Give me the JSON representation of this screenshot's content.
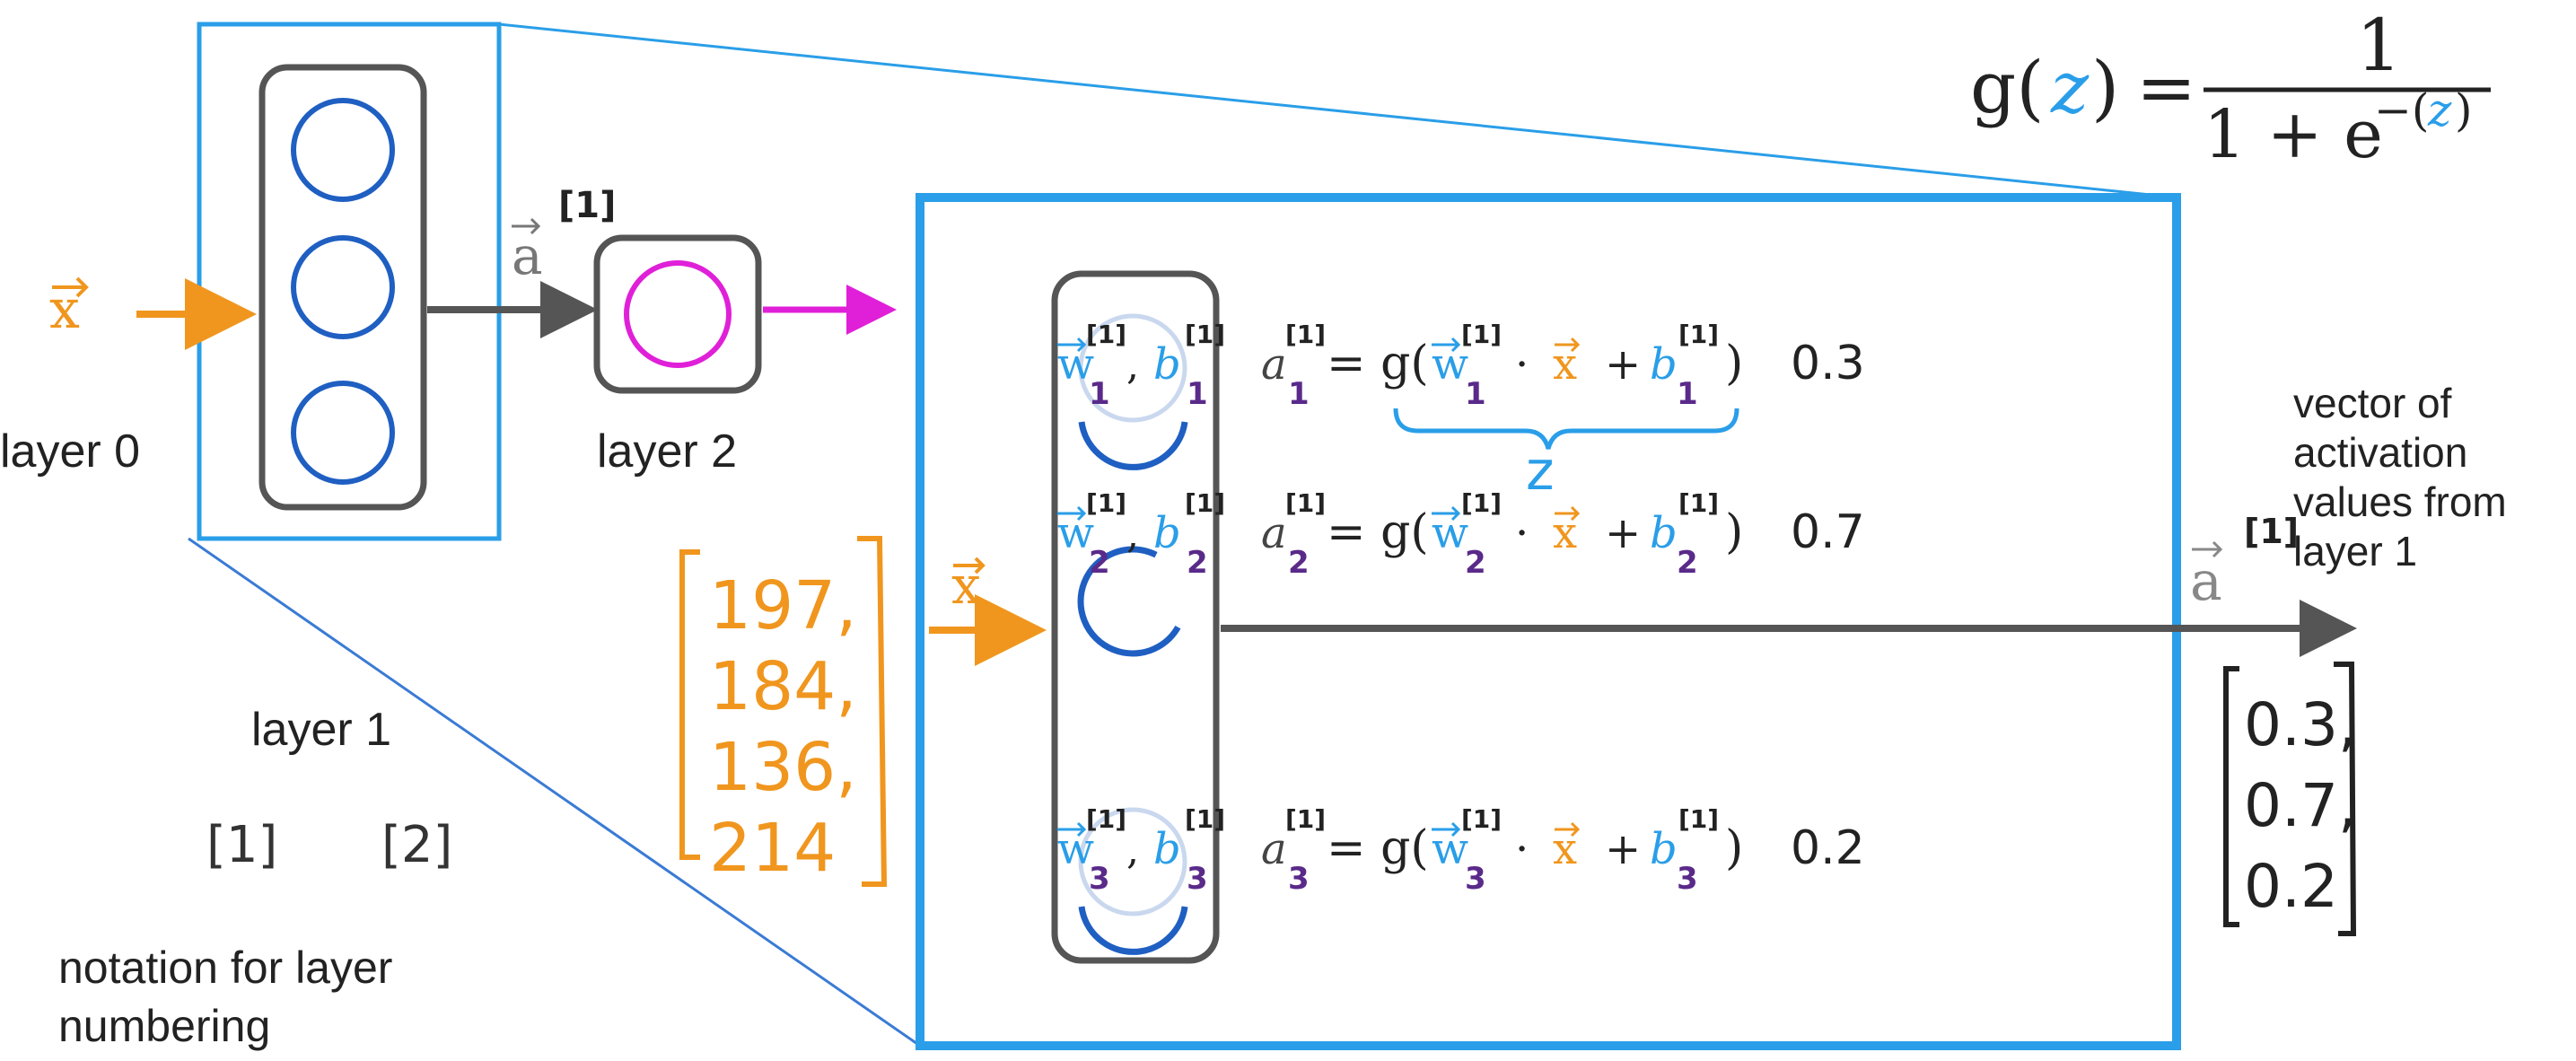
{
  "formula": {
    "lhs_g": "g(",
    "lhs_z": "z",
    "lhs_close": ")",
    "equals": "=",
    "numerator": "1",
    "denominator_base": "1 + e",
    "denominator_exp_open": "−(",
    "denominator_exp_z": "z",
    "denominator_exp_close": ")"
  },
  "network": {
    "input_symbol": "x",
    "layer0_label": "layer 0",
    "layer2_label": "layer 2",
    "a_symbol": "a",
    "a_superscript": "[1]",
    "layer1_label": "layer 1",
    "bracket1": "[1]",
    "bracket2": "[2]",
    "notation_line1": "notation for layer",
    "notation_line2": "numbering"
  },
  "input_vector": {
    "values": [
      "197,",
      "184,",
      "136,",
      "214"
    ]
  },
  "neurons": [
    {
      "w": "w",
      "w_sub": "1",
      "w_sup": "[1]",
      "b": "b",
      "b_sub": "1",
      "b_sup": "[1]",
      "a": "a",
      "a_sub": "1",
      "a_sup": "[1]",
      "eq": "= g(",
      "x": "x",
      "plus": "+",
      "close": ")",
      "value": "0.3"
    },
    {
      "w": "w",
      "w_sub": "2",
      "w_sup": "[1]",
      "b": "b",
      "b_sub": "2",
      "b_sup": "[1]",
      "a": "a",
      "a_sub": "2",
      "a_sup": "[1]",
      "eq": "= g(",
      "x": "x",
      "plus": "+",
      "close": ")",
      "value": "0.7"
    },
    {
      "w": "w",
      "w_sub": "3",
      "w_sup": "[1]",
      "b": "b",
      "b_sub": "3",
      "b_sup": "[1]",
      "a": "a",
      "a_sub": "3",
      "a_sup": "[1]",
      "eq": "= g(",
      "x": "x",
      "plus": "+",
      "close": ")",
      "value": "0.2"
    }
  ],
  "z_label": "z",
  "output": {
    "desc_lines": [
      "vector of",
      "activation",
      "values from",
      "layer 1"
    ],
    "a_symbol": "a",
    "a_superscript": "[1]",
    "values": [
      "0.3,",
      "0.7,",
      "0.2"
    ]
  },
  "colors": {
    "orange": "#f0961e",
    "blue_frame": "#2a9ee8",
    "neuron_blue": "#1f5fc2",
    "magenta": "#e020d8",
    "purple": "#5a2a8a",
    "light_blue_text": "#2a9ee8",
    "gray": "#555555"
  }
}
